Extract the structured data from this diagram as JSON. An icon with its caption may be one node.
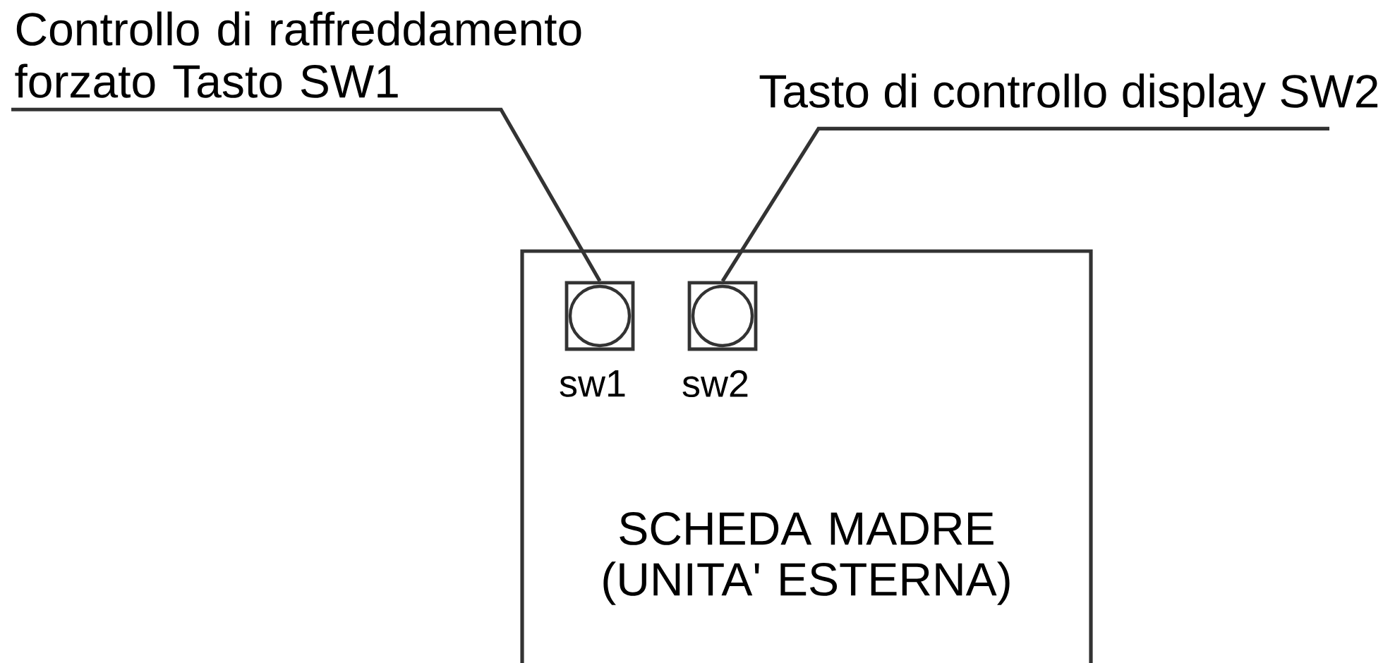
{
  "diagram": {
    "nodes": [
      {
        "text": [
          "Controllo di raffreddamento forzato Tasto SW1"
        ]
      },
      {
        "text": [
          "Tasto di controllo display SW2"
        ]
      },
      {
        "text": [
          "SCHEDA MADRE (UNITA' ESTERNA)"
        ]
      },
      {
        "text": [],
        "shape": "box",
        "beside": [
          "sw1"
        ],
        "in": 2
      },
      {
        "text": [],
        "shape": "box",
        "beside": [
          "sw2"
        ],
        "in": 2
      }
    ],
    "edges": [
      {
        "from": 0,
        "to": 3,
        "arrow": "none"
      },
      {
        "from": 1,
        "to": 4,
        "arrow": "none"
      }
    ]
  }
}
